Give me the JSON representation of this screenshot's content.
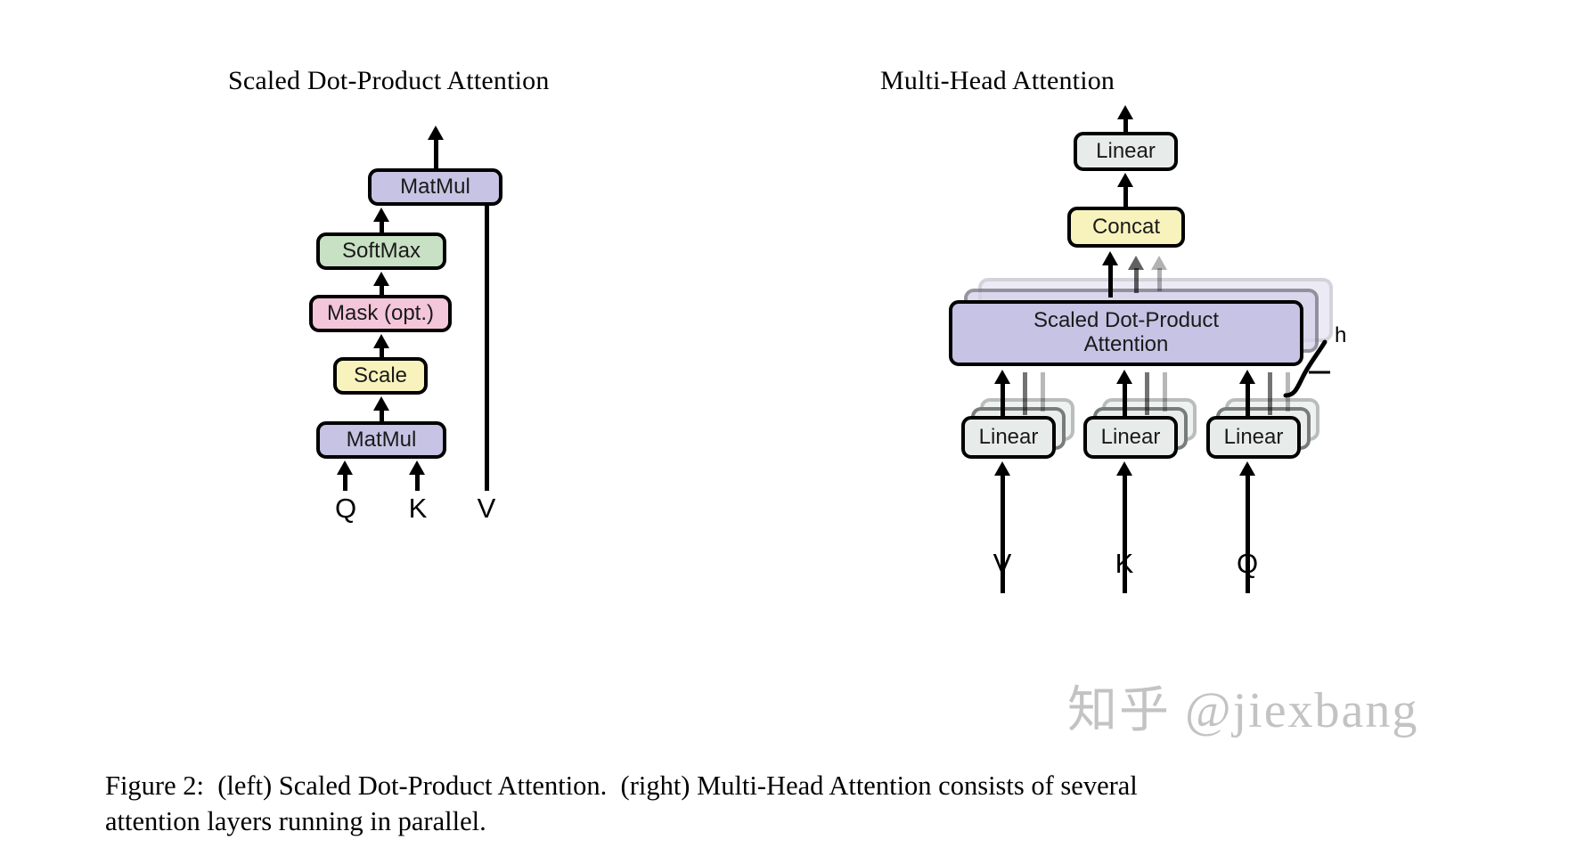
{
  "figure": {
    "panels": [
      {
        "id": "left",
        "title": "Scaled Dot-Product Attention"
      },
      {
        "id": "right",
        "title": "Multi-Head Attention"
      }
    ],
    "caption": {
      "line1": "Figure 2:  (left) Scaled Dot-Product Attention.  (right) Multi-Head Attention consists of several",
      "line2": "attention layers running in parallel."
    },
    "watermark": "知乎 @jiexbang"
  },
  "left_panel": {
    "nodes": [
      {
        "label": "MatMul",
        "fill": "#c6c3e4"
      },
      {
        "label": "SoftMax",
        "fill": "#c8e0c4"
      },
      {
        "label": "Mask (opt.)",
        "fill": "#f4c6d9"
      },
      {
        "label": "Scale",
        "fill": "#f8f3bd"
      },
      {
        "label": "MatMul",
        "fill": "#c6c3e4"
      }
    ],
    "inputs": [
      {
        "label": "Q"
      },
      {
        "label": "K"
      },
      {
        "label": "V"
      }
    ]
  },
  "right_panel": {
    "nodes": [
      {
        "label": "Linear",
        "fill": "#e7ecea"
      },
      {
        "label": "Concat",
        "fill": "#f8f3bd"
      },
      {
        "label": "Scaled Dot-Product\nAttention",
        "fill": "#c6c3e4"
      },
      {
        "label": "Linear",
        "fill": "#e7ecea"
      },
      {
        "label": "Linear",
        "fill": "#e7ecea"
      },
      {
        "label": "Linear",
        "fill": "#e7ecea"
      }
    ],
    "heads_label": "h",
    "inputs": [
      {
        "label": "V"
      },
      {
        "label": "K"
      },
      {
        "label": "Q"
      }
    ]
  },
  "chart_data": {
    "type": "diagram",
    "title": "Figure 2: Scaled Dot-Product Attention and Multi-Head Attention",
    "panels": [
      {
        "name": "Scaled Dot-Product Attention",
        "flow": [
          "Q,K -> MatMul",
          "MatMul -> Scale",
          "Scale -> Mask (opt.)",
          "Mask (opt.) -> SoftMax",
          "SoftMax -> MatMul",
          "V -> MatMul",
          "MatMul -> output"
        ],
        "blocks": [
          "MatMul",
          "SoftMax",
          "Mask (opt.)",
          "Scale",
          "MatMul"
        ],
        "inputs": [
          "Q",
          "K",
          "V"
        ]
      },
      {
        "name": "Multi-Head Attention",
        "flow": [
          "V -> Linear",
          "K -> Linear",
          "Q -> Linear",
          "Linear x3 -> Scaled Dot-Product Attention (x h)",
          "Scaled Dot-Product Attention -> Concat",
          "Concat -> Linear",
          "Linear -> output"
        ],
        "blocks": [
          "Linear",
          "Concat",
          "Scaled Dot-Product Attention",
          "Linear",
          "Linear",
          "Linear"
        ],
        "inputs": [
          "V",
          "K",
          "Q"
        ],
        "replication": "h"
      }
    ]
  }
}
